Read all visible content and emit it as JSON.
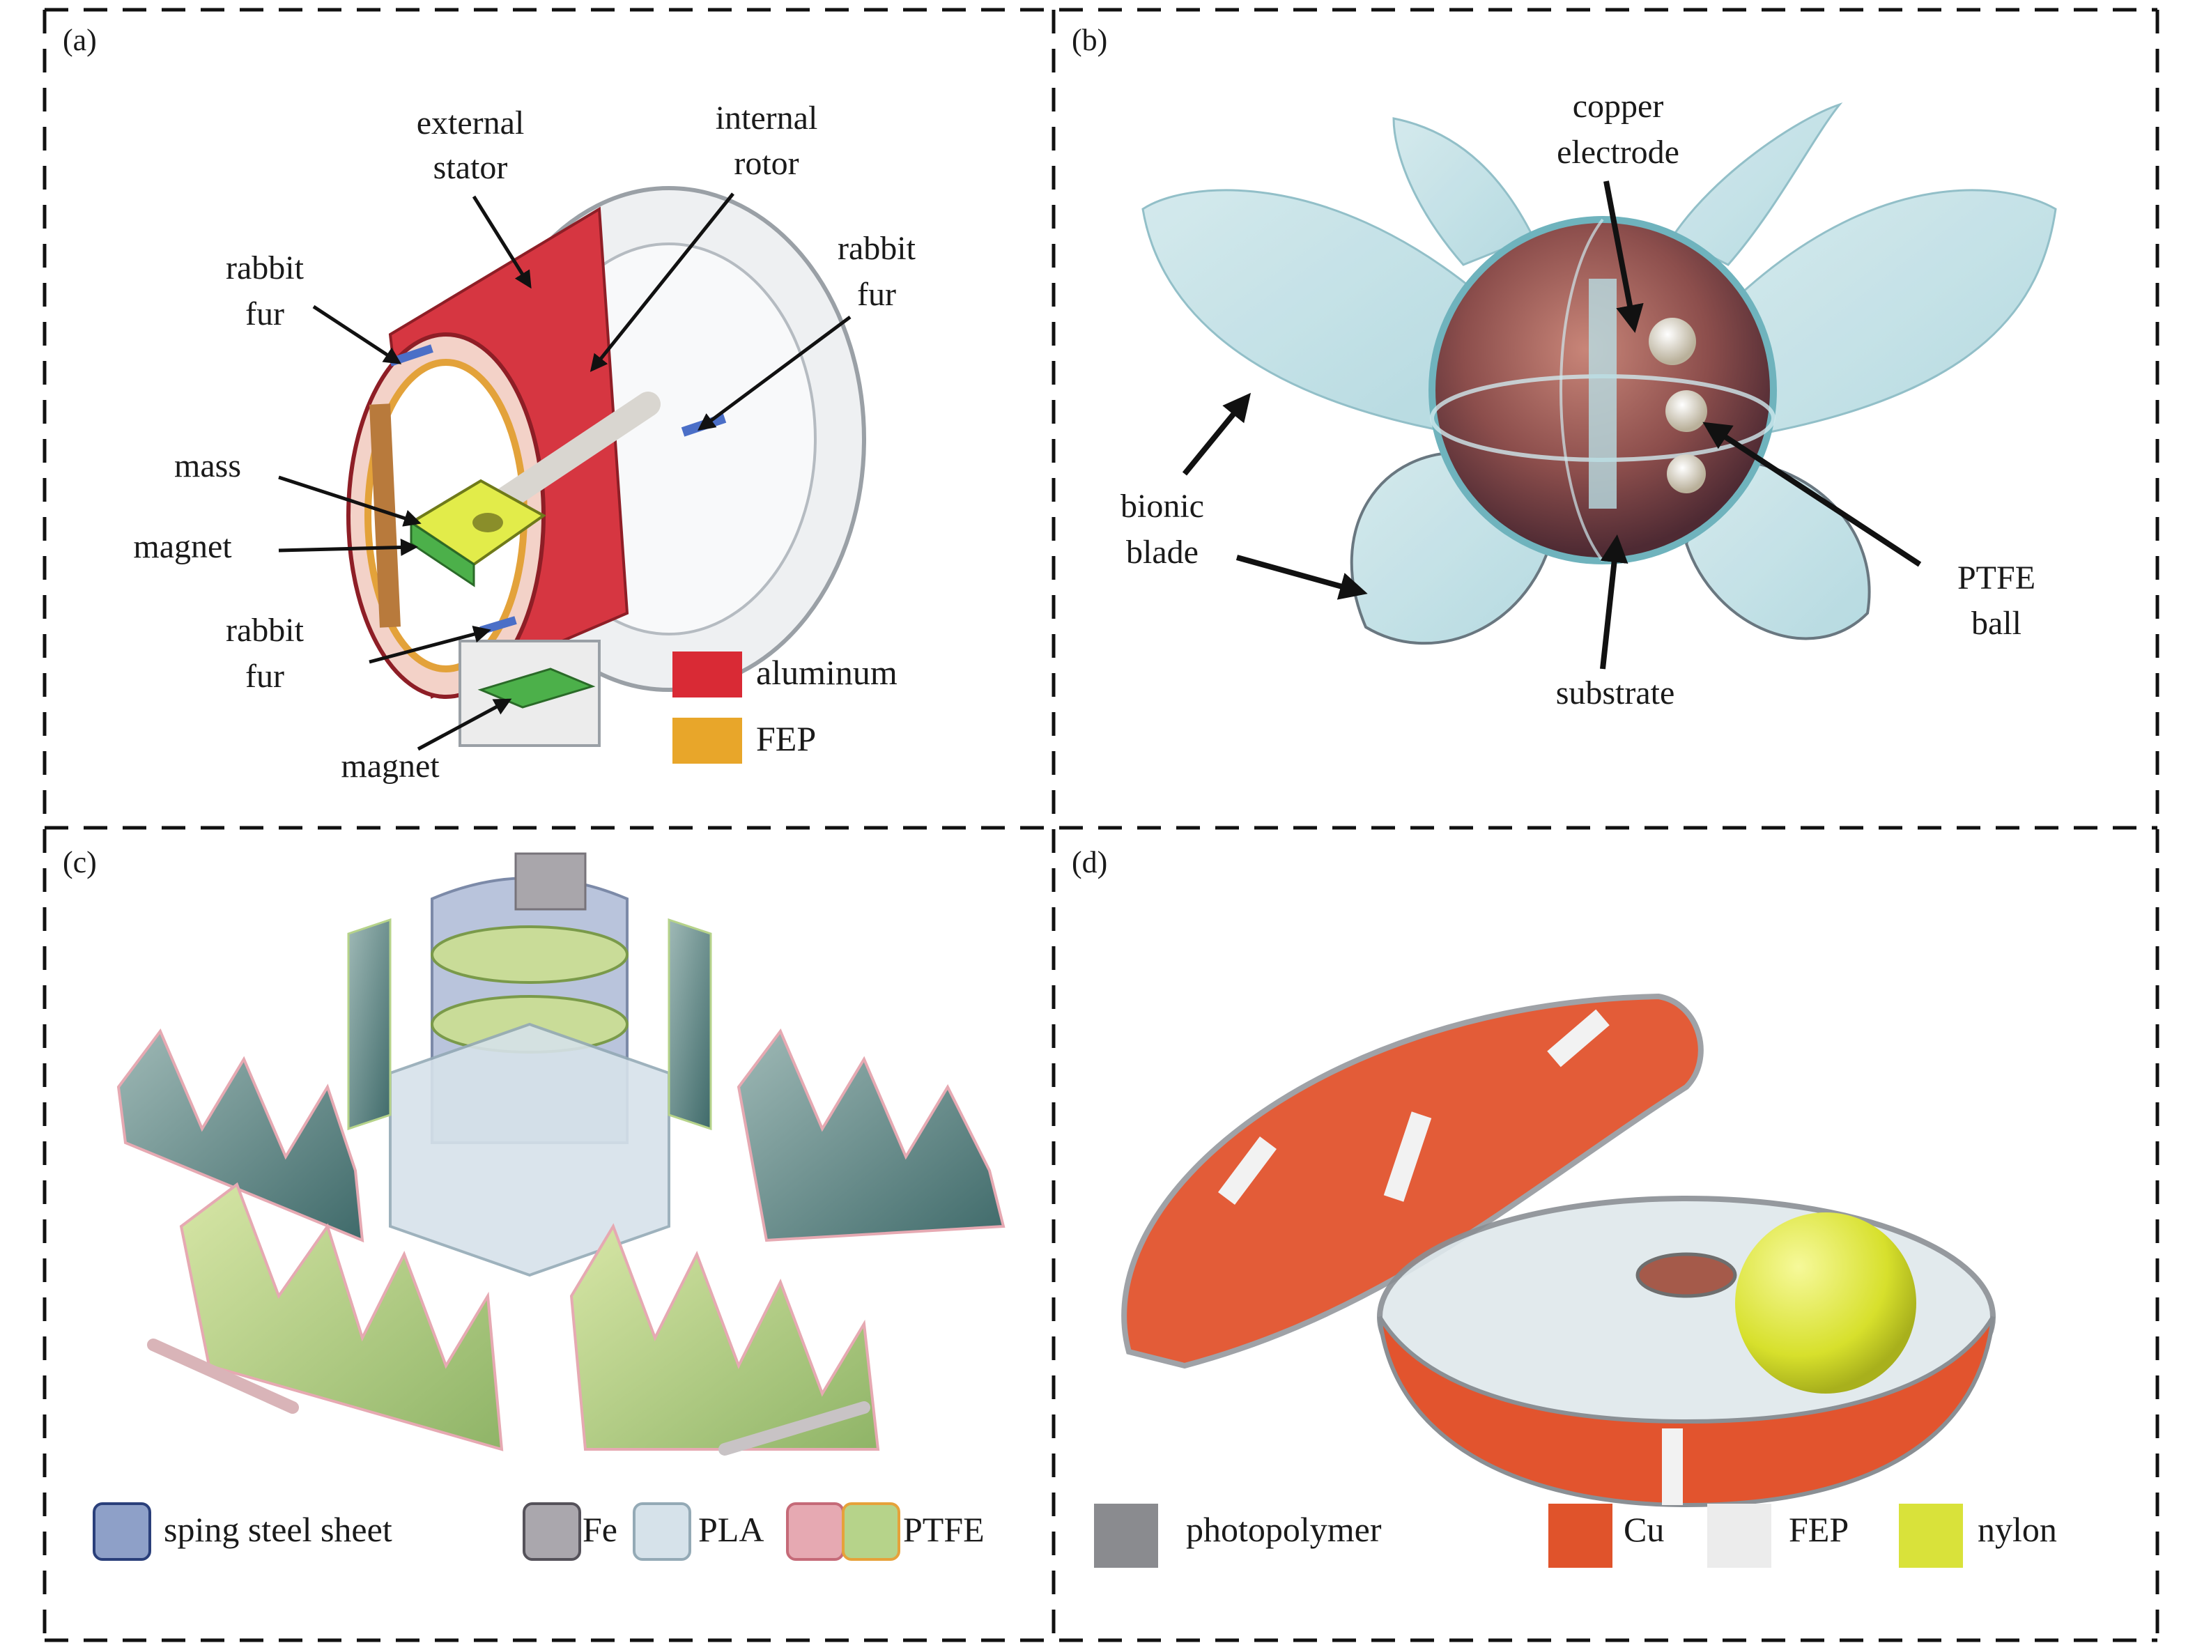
{
  "panels": {
    "a": {
      "tag": "(a)",
      "labels": {
        "external_stator_1": "external",
        "external_stator_2": "stator",
        "internal_rotor_1": "internal",
        "internal_rotor_2": "rotor",
        "rabbit_fur_left_1": "rabbit",
        "rabbit_fur_left_2": "fur",
        "rabbit_fur_right_1": "rabbit",
        "rabbit_fur_right_2": "fur",
        "mass": "mass",
        "magnet_upper": "magnet",
        "rabbit_fur_lower_1": "rabbit",
        "rabbit_fur_lower_2": "fur",
        "magnet_lower": "magnet"
      },
      "legend": [
        {
          "label": "aluminum",
          "color": "#d92a35"
        },
        {
          "label": "FEP",
          "color": "#e8a62a"
        }
      ]
    },
    "b": {
      "tag": "(b)",
      "labels": {
        "copper_1": "copper",
        "copper_2": "electrode",
        "bionic_1": "bionic",
        "bionic_2": "blade",
        "ptfe_1": "PTFE",
        "ptfe_2": "ball",
        "substrate": "substrate"
      }
    },
    "c": {
      "tag": "(c)",
      "legend": {
        "spring": {
          "label": "sping steel sheet",
          "color": "#8ea0c8"
        },
        "fe": {
          "label": "Fe",
          "color": "#aaa7ad"
        },
        "pla": {
          "label": "PLA",
          "color": "#d6e2ea"
        },
        "ptfe": {
          "label": "PTFE",
          "color_a": "#e6a9b2",
          "color_b": "#b6d38a"
        }
      }
    },
    "d": {
      "tag": "(d)",
      "legend": [
        {
          "label": "photopolymer",
          "color": "#8a8b8f"
        },
        {
          "label": "Cu",
          "color": "#e0532b"
        },
        {
          "label": "FEP",
          "color": "#ececec"
        },
        {
          "label": "nylon",
          "color": "#d9e23a"
        }
      ]
    }
  }
}
